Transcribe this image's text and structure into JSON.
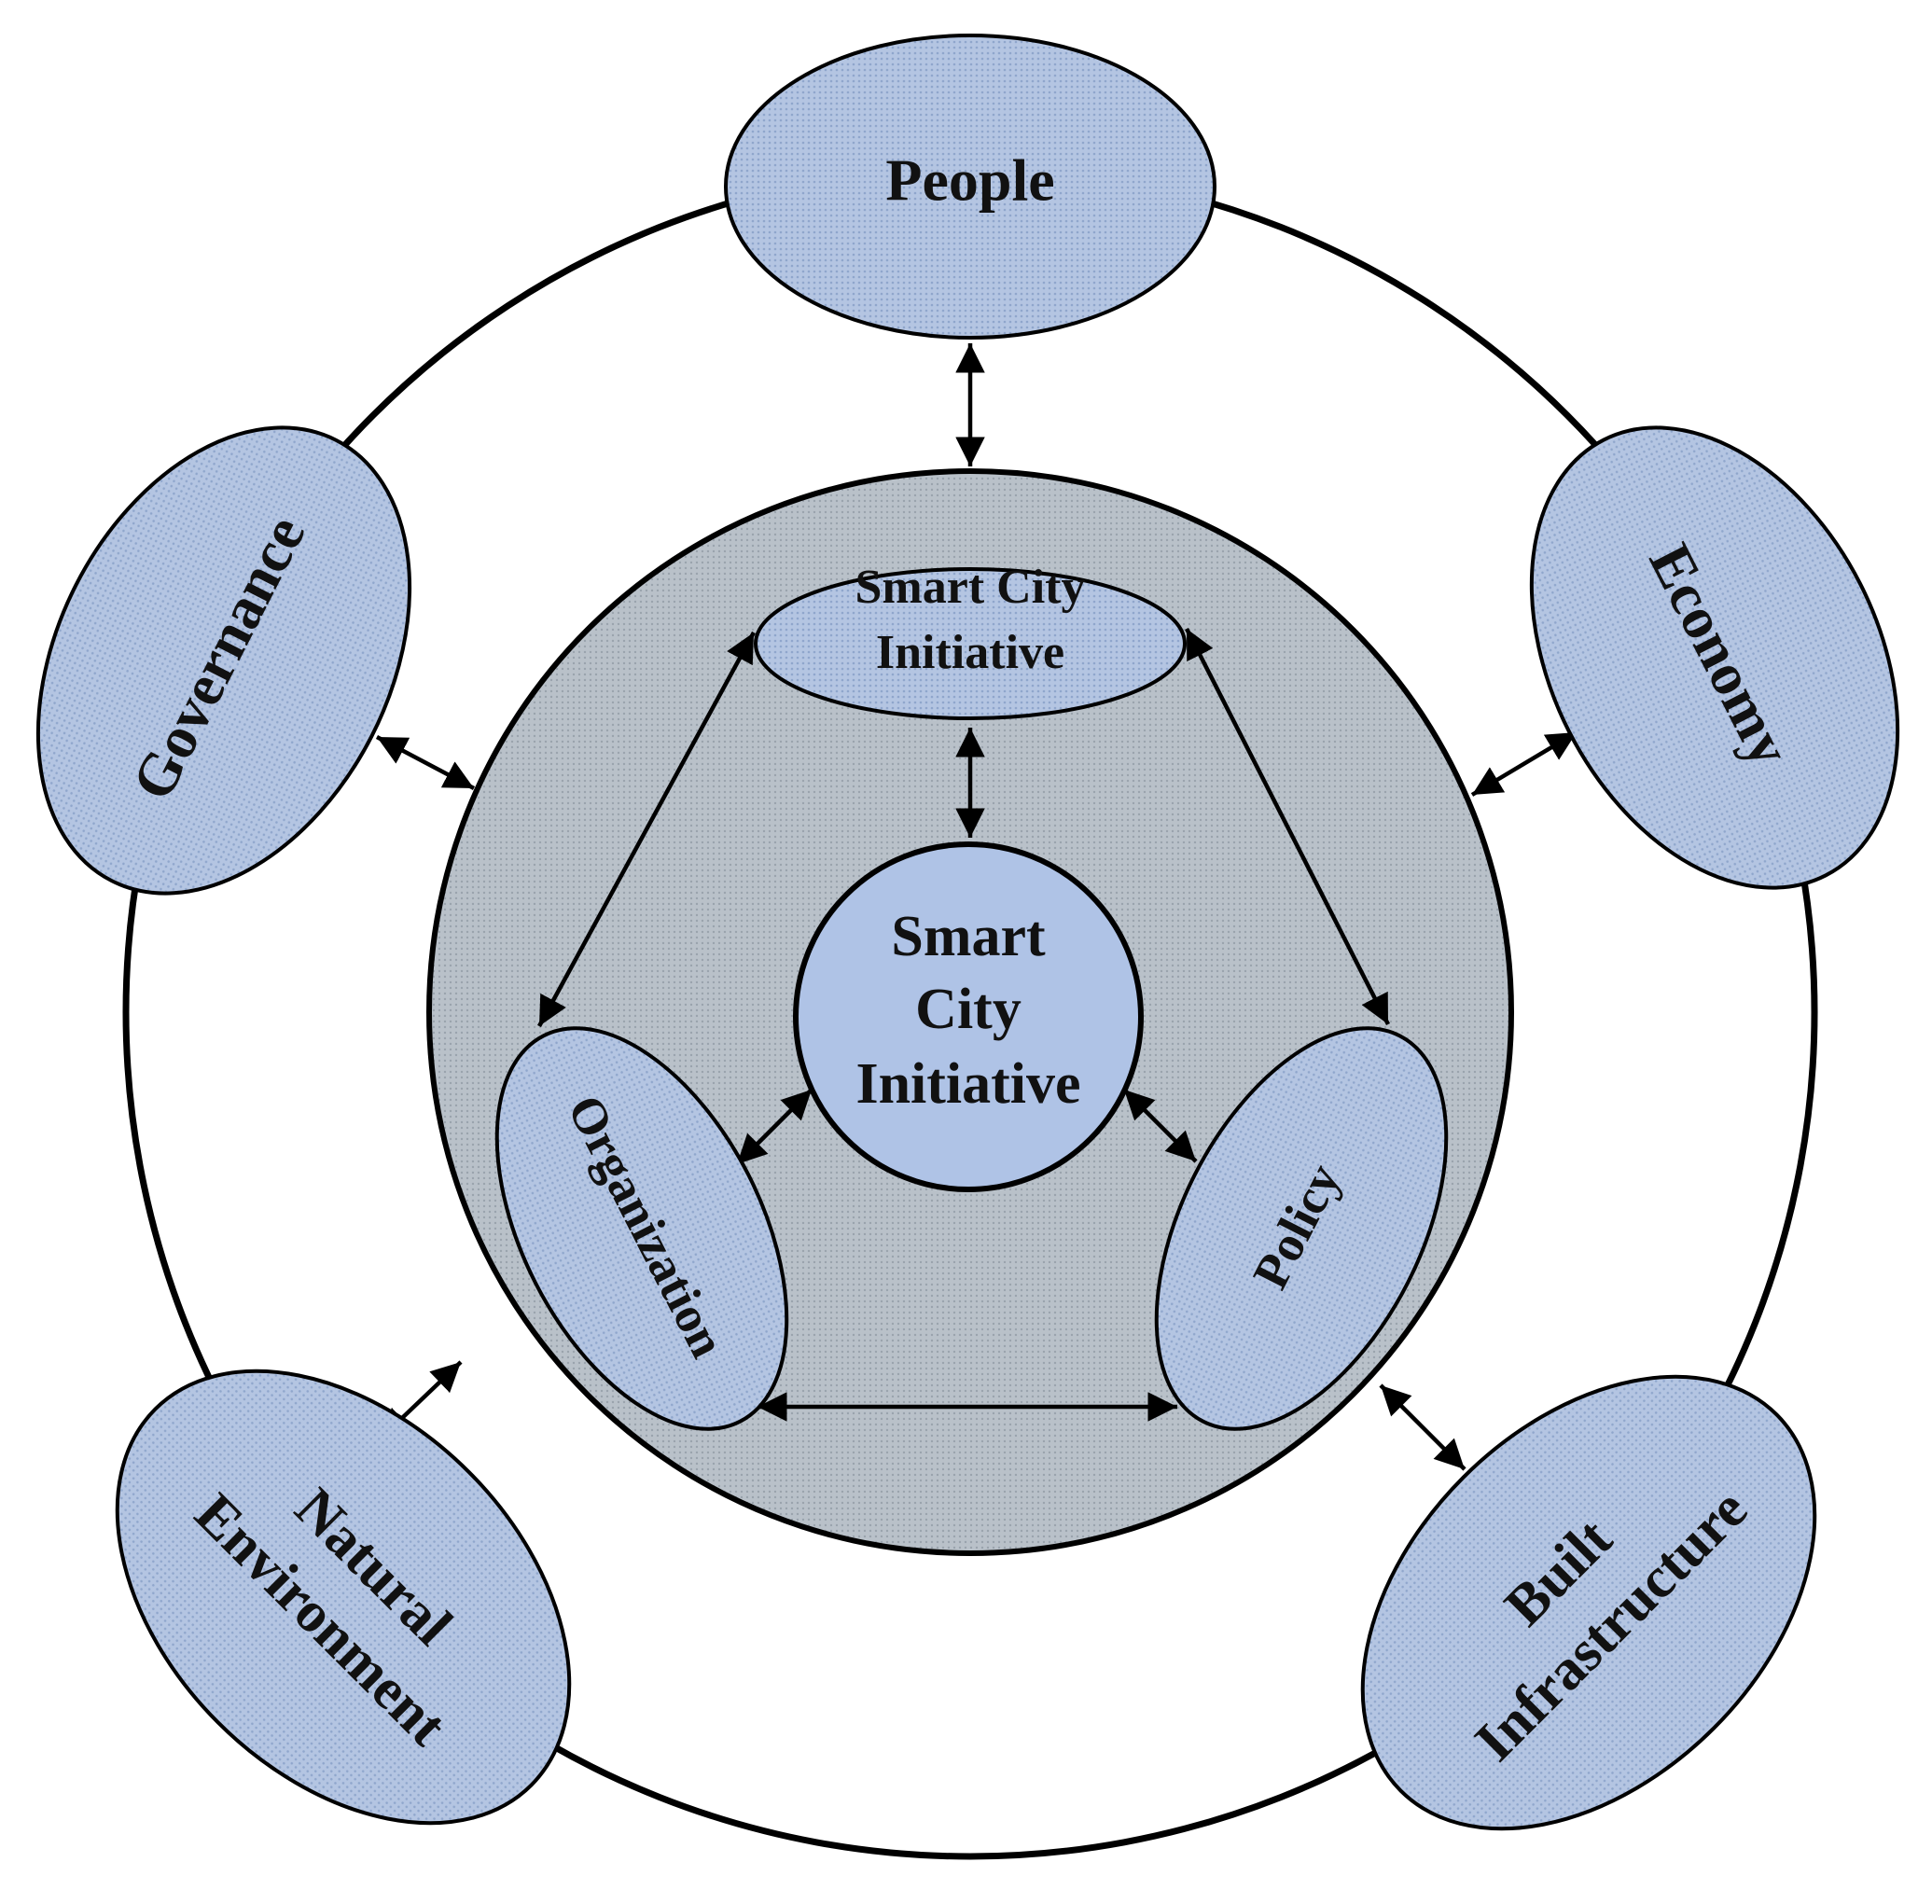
{
  "colors": {
    "node_fill": "#b4c5e2",
    "node_dot": "#8fa6cc",
    "core_fill": "#b9c1c9",
    "core_dot": "#9aa3ad",
    "center_fill": "#afc3e6"
  },
  "diagram": {
    "center": {
      "label_lines": [
        "Smart",
        "City",
        "Initiative"
      ]
    },
    "inner_nodes": {
      "top": {
        "label_lines": [
          "Smart City",
          "Initiative"
        ]
      },
      "left": {
        "label": "Organization"
      },
      "right": {
        "label": "Policy"
      }
    },
    "outer_nodes": {
      "people": {
        "label": "People"
      },
      "economy": {
        "label": "Economy"
      },
      "governance": {
        "label": "Governance"
      },
      "natural_environment": {
        "label_lines": [
          "Natural",
          "Environment"
        ]
      },
      "built_infrastructure": {
        "label_lines": [
          "Built",
          "Infrastructure"
        ]
      }
    }
  }
}
